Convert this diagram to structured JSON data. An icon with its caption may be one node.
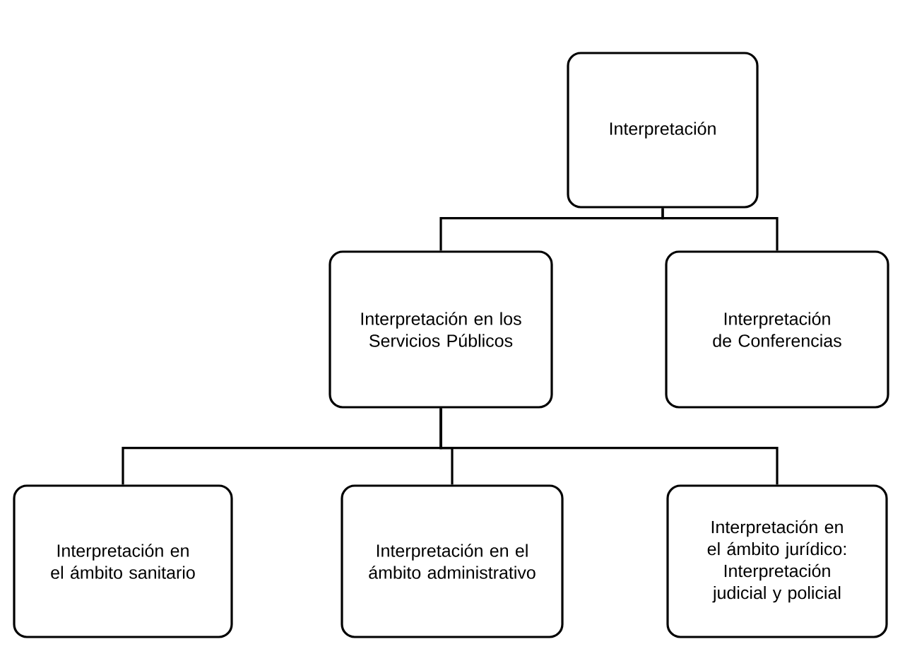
{
  "diagram": {
    "nodes": [
      {
        "text": [
          "Interpretación"
        ]
      },
      {
        "text": [
          "Interpretación en los Servicios Públicos"
        ]
      },
      {
        "text": [
          "Interpretación de Conferencias"
        ]
      },
      {
        "text": [
          "Interpretación en el ámbito sanitario"
        ]
      },
      {
        "text": [
          "Interpretación en el ámbito administrativo"
        ]
      },
      {
        "text": [
          "Interpretación en el ámbito jurídico: Interpretación judicial y policial"
        ]
      }
    ],
    "edges": [
      {
        "from": 0,
        "to": 1,
        "arrow": "none"
      },
      {
        "from": 0,
        "to": 2,
        "arrow": "none"
      },
      {
        "from": 1,
        "to": 3,
        "arrow": "none"
      },
      {
        "from": 1,
        "to": 4,
        "arrow": "none"
      },
      {
        "from": 1,
        "to": 5,
        "arrow": "none"
      }
    ]
  }
}
